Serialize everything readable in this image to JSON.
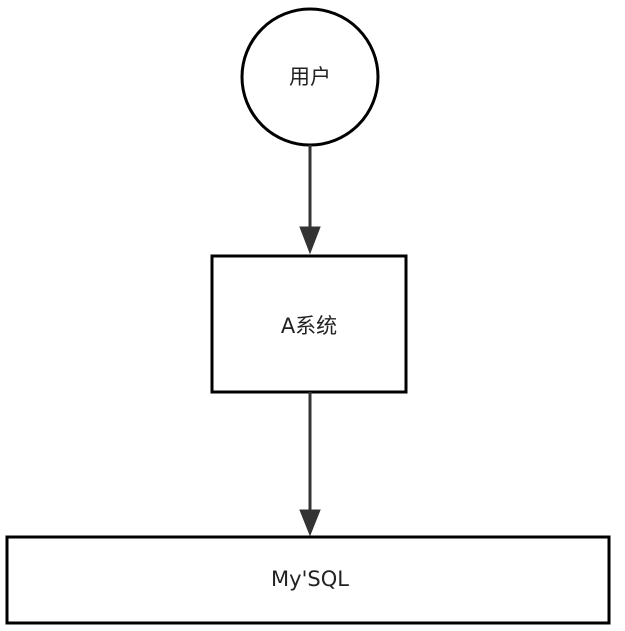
{
  "diagram": {
    "nodes": {
      "user": {
        "label": "用户",
        "shape": "circle"
      },
      "system_a": {
        "label": "A系统",
        "shape": "rectangle"
      },
      "database": {
        "label": "My'SQL",
        "shape": "rectangle"
      }
    },
    "edges": [
      {
        "from": "user",
        "to": "system_a"
      },
      {
        "from": "system_a",
        "to": "database"
      }
    ],
    "colors": {
      "stroke": "#000000",
      "connector": "#333333",
      "fill": "#ffffff",
      "text": "#222222"
    }
  }
}
